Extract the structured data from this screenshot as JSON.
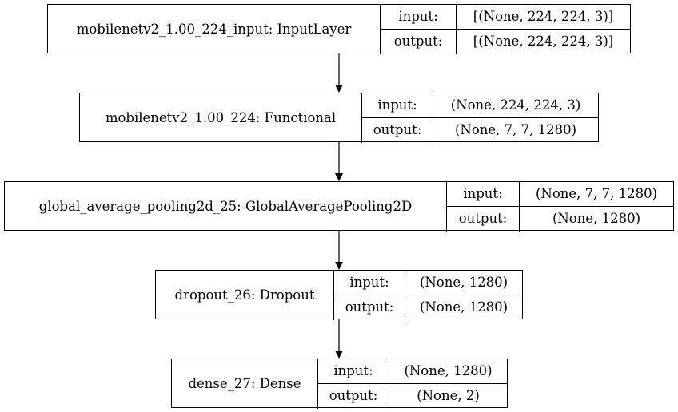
{
  "diagram": {
    "layers": [
      {
        "name": "mobilenetv2_1.00_224_input: InputLayer",
        "input_label": "input:",
        "input_value": "[(None, 224, 224, 3)]",
        "output_label": "output:",
        "output_value": "[(None, 224, 224, 3)]"
      },
      {
        "name": "mobilenetv2_1.00_224: Functional",
        "input_label": "input:",
        "input_value": "(None, 224, 224, 3)",
        "output_label": "output:",
        "output_value": "(None, 7, 7, 1280)"
      },
      {
        "name": "global_average_pooling2d_25: GlobalAveragePooling2D",
        "input_label": "input:",
        "input_value": "(None, 7, 7, 1280)",
        "output_label": "output:",
        "output_value": "(None, 1280)"
      },
      {
        "name": "dropout_26: Dropout",
        "input_label": "input:",
        "input_value": "(None, 1280)",
        "output_label": "output:",
        "output_value": "(None, 1280)"
      },
      {
        "name": "dense_27: Dense",
        "input_label": "input:",
        "input_value": "(None, 1280)",
        "output_label": "output:",
        "output_value": "(None, 2)"
      }
    ],
    "edges": [
      {
        "from": 0,
        "to": 1
      },
      {
        "from": 1,
        "to": 2
      },
      {
        "from": 2,
        "to": 3
      },
      {
        "from": 3,
        "to": 4
      }
    ]
  }
}
